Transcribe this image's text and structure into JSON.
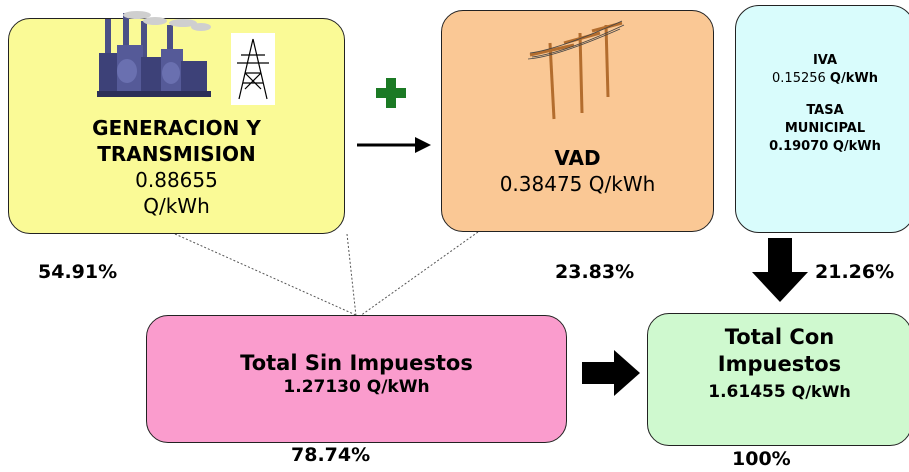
{
  "generation": {
    "title_line1": "GENERACION Y",
    "title_line2": "TRANSMISION",
    "value": "0.88655",
    "unit": "Q/kWh",
    "percent": "54.91%",
    "color": "#fafa96"
  },
  "vad": {
    "title": "VAD",
    "value": "0.38475 Q/kWh",
    "percent": "23.83%",
    "color": "#fac895"
  },
  "taxes": {
    "iva_label": "IVA",
    "iva_value": "0.15256",
    "iva_unit": "Q/kWh",
    "tasa_line1": "TASA",
    "tasa_line2": "MUNICIPAL",
    "tasa_value": "0.19070 Q/kWh",
    "percent": "21.26%",
    "color": "#d9fcfc"
  },
  "total_sin": {
    "title": "Total Sin Impuestos",
    "value": "1.27130 Q/kWh",
    "percent": "78.74%",
    "color": "#fa9ccd"
  },
  "total_con": {
    "title_line1": "Total Con",
    "title_line2": "Impuestos",
    "value": "1.61455",
    "unit": "Q/kWh",
    "percent": "100%",
    "color": "#cff9cf"
  },
  "icons": [
    "power-plant-icon",
    "transmission-tower-icon",
    "utility-poles-icon",
    "plus-icon",
    "right-arrow-icon",
    "down-arrow-icon"
  ]
}
